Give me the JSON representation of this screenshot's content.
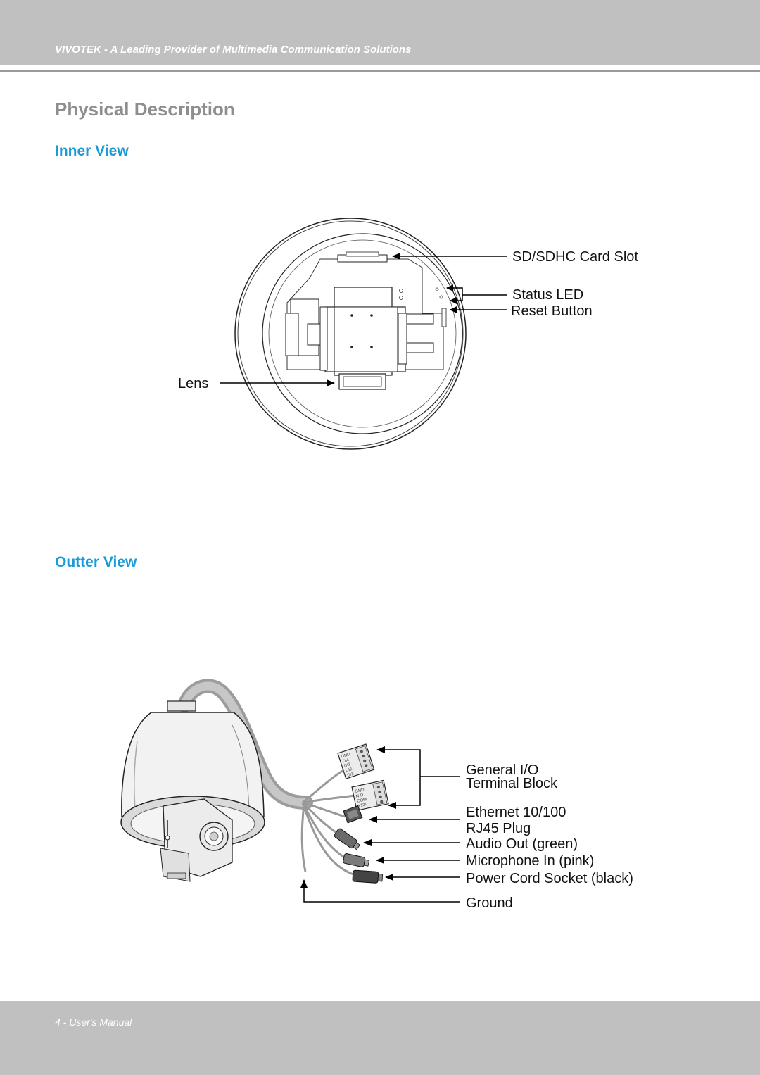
{
  "header": {
    "text": "VIVOTEK - A Leading Provider of Multimedia Communication Solutions"
  },
  "page_title": "Physical Description",
  "inner_view": {
    "title": "Inner View",
    "labels": {
      "sd_card_slot": "SD/SDHC Card Slot",
      "status_led": "Status LED",
      "reset_button": "Reset Button",
      "lens": "Lens"
    }
  },
  "outer_view": {
    "title": "Outter View",
    "labels": {
      "general_io_line1": "General I/O",
      "general_io_line2": "Terminal Block",
      "ethernet_line1": "Ethernet 10/100",
      "ethernet_line2": "RJ45 Plug",
      "audio_out": "Audio Out (green)",
      "microphone_in": "Microphone In (pink)",
      "power_cord": "Power Cord Socket (black)",
      "ground": "Ground"
    },
    "terminal_block_1_pins": [
      "GND",
      "DI4",
      "DI3",
      "DI2",
      "DI1"
    ],
    "terminal_block_2_pins": [
      "GND",
      "N.O.",
      "COM",
      "+12V"
    ]
  },
  "footer": {
    "text": "4 - User's Manual"
  }
}
